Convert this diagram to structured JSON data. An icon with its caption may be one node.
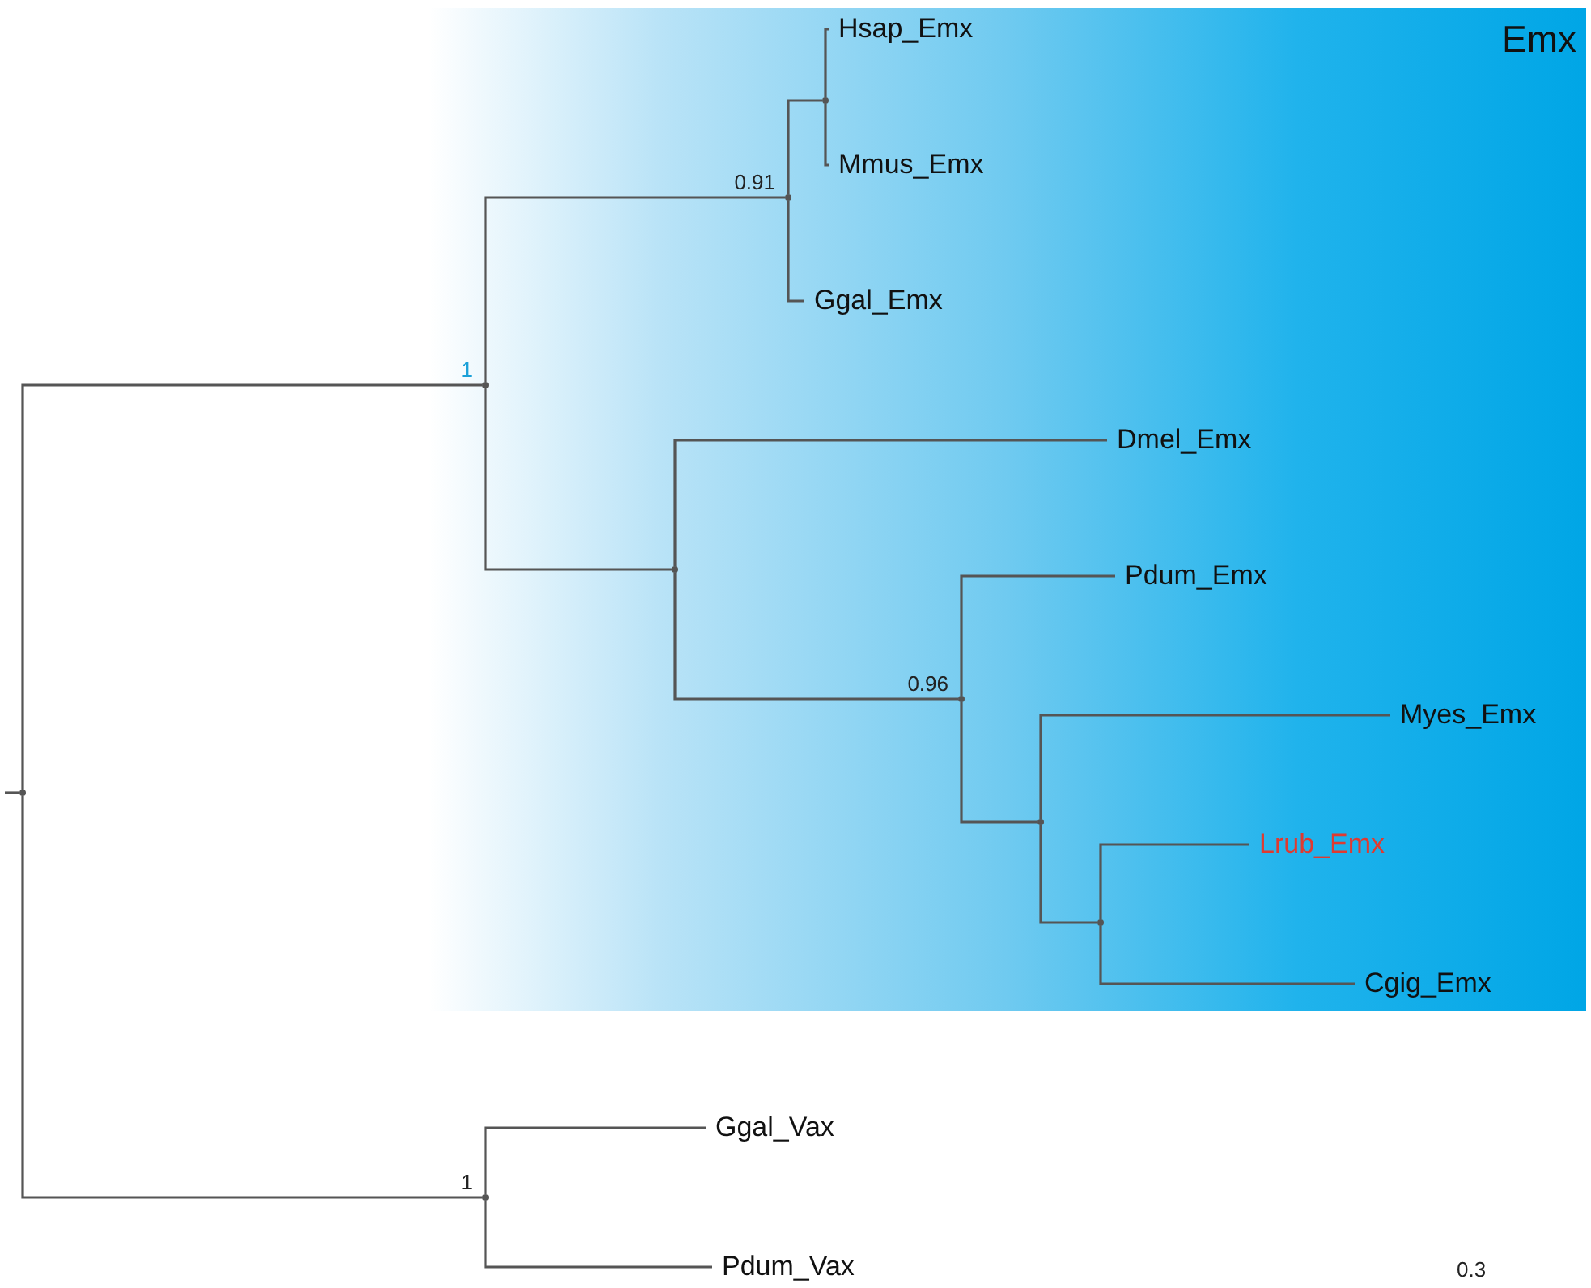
{
  "diagram": {
    "nodes": [
      {
        "text": [
          "Emx"
        ]
      },
      {
        "text": [],
        "shape": "point"
      },
      {
        "text": [],
        "shape": "point",
        "in": 0
      },
      {
        "text": [],
        "shape": "point",
        "in": 0
      },
      {
        "text": [],
        "shape": "point",
        "in": 0
      },
      {
        "text": [
          "Hsap_Emx"
        ],
        "in": 0
      },
      {
        "text": [
          "Mmus_Emx"
        ],
        "in": 0
      },
      {
        "text": [
          "Ggal_Emx"
        ],
        "in": 0
      },
      {
        "text": [],
        "shape": "point",
        "in": 0
      },
      {
        "text": [
          "Dmel_Emx"
        ],
        "in": 0
      },
      {
        "text": [],
        "shape": "point",
        "in": 0
      },
      {
        "text": [
          "Pdum_Emx"
        ],
        "in": 0
      },
      {
        "text": [],
        "shape": "point",
        "in": 0
      },
      {
        "text": [
          "Myes_Emx"
        ],
        "in": 0
      },
      {
        "text": [],
        "shape": "point",
        "in": 0
      },
      {
        "text": [
          "Lrub_Emx"
        ],
        "in": 0
      },
      {
        "text": [
          "Cgig_Emx"
        ],
        "in": 0
      },
      {
        "text": [],
        "shape": "point"
      },
      {
        "text": [
          "Ggal_Vax"
        ]
      },
      {
        "text": [
          "Pdum_Vax"
        ]
      }
    ],
    "edges": [
      {
        "from": null,
        "to": 1,
        "arrow": "none"
      },
      {
        "from": 1,
        "to": 2,
        "arrow": "none",
        "label": "1"
      },
      {
        "from": 1,
        "to": 17,
        "arrow": "none",
        "label": "1"
      },
      {
        "from": 2,
        "to": 3,
        "arrow": "none",
        "label": "0.91"
      },
      {
        "from": 2,
        "to": 8,
        "arrow": "none"
      },
      {
        "from": 3,
        "to": 4,
        "arrow": "none"
      },
      {
        "from": 3,
        "to": 7,
        "arrow": "none"
      },
      {
        "from": 4,
        "to": 5,
        "arrow": "none"
      },
      {
        "from": 4,
        "to": 6,
        "arrow": "none"
      },
      {
        "from": 8,
        "to": 9,
        "arrow": "none"
      },
      {
        "from": 8,
        "to": 10,
        "arrow": "none",
        "label": "0.96"
      },
      {
        "from": 10,
        "to": 11,
        "arrow": "none"
      },
      {
        "from": 10,
        "to": 12,
        "arrow": "none"
      },
      {
        "from": 12,
        "to": 13,
        "arrow": "none"
      },
      {
        "from": 12,
        "to": 14,
        "arrow": "none"
      },
      {
        "from": 14,
        "to": 15,
        "arrow": "none"
      },
      {
        "from": 14,
        "to": 16,
        "arrow": "none"
      },
      {
        "from": 17,
        "to": 18,
        "arrow": "none"
      },
      {
        "from": 17,
        "to": 19,
        "arrow": "none"
      }
    ],
    "labels": [
      "0.3"
    ]
  }
}
